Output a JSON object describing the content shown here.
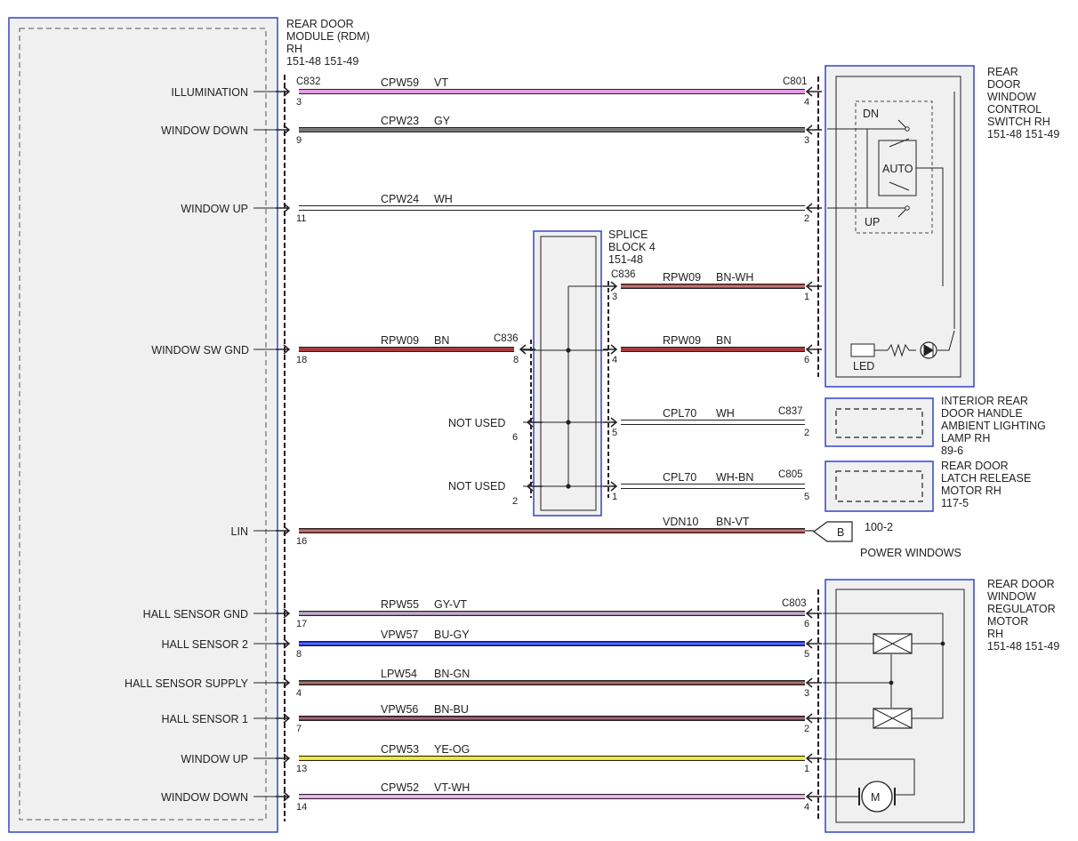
{
  "modules": {
    "rdm": {
      "lines": [
        "REAR DOOR",
        "MODULE (RDM)",
        "RH",
        "151-48  151-49"
      ]
    },
    "switch": {
      "lines": [
        "REAR",
        "DOOR",
        "WINDOW",
        "CONTROL",
        "SWITCH RH",
        "151-48  151-49"
      ],
      "dn": "DN",
      "auto": "AUTO",
      "up": "UP",
      "led": "LED"
    },
    "splice": {
      "lines": [
        "SPLICE",
        "BLOCK 4",
        "151-48"
      ]
    },
    "lamp": {
      "lines": [
        "INTERIOR REAR",
        "DOOR HANDLE",
        "AMBIENT LIGHTING",
        "LAMP RH",
        "89-6"
      ]
    },
    "latch": {
      "lines": [
        "REAR DOOR",
        "LATCH RELEASE",
        "MOTOR RH",
        "117-5"
      ]
    },
    "motor": {
      "lines": [
        "REAR DOOR",
        "WINDOW",
        "REGULATOR",
        "MOTOR",
        "RH",
        "151-48  151-49"
      ],
      "m": "M"
    },
    "ref": {
      "letter": "B",
      "page": "100-2",
      "label": "POWER WINDOWS"
    }
  },
  "connectors": {
    "c832": "C832",
    "c801": "C801",
    "c836a": "C836",
    "c836b": "C836",
    "c837": "C837",
    "c805": "C805",
    "c803": "C803"
  },
  "not_used": [
    "NOT USED",
    "NOT USED"
  ],
  "colors": {
    "VT": "#e79be6",
    "GY": "#777777",
    "WH": "#ffffff",
    "BN": "#a83a3a",
    "BN-WH": "#a83a3a",
    "BN-VT": "#a83a3a",
    "GY-VT": "#9f8da8",
    "BU-GY": "#1a2fcc",
    "BN-GN": "#7a3e2e",
    "BN-BU": "#7a2a45",
    "YE-OG": "#eee000",
    "VT-WH": "#e79be6",
    "frame": "#3344cc"
  },
  "wires": [
    {
      "name": "ILLUMINATION",
      "circuit": "CPW59",
      "color": "VT",
      "pin_left": "3",
      "pin_right": "4"
    },
    {
      "name": "WINDOW DOWN",
      "circuit": "CPW23",
      "color": "GY",
      "pin_left": "9",
      "pin_right": "3"
    },
    {
      "name": "WINDOW UP",
      "circuit": "CPW24",
      "color": "WH",
      "pin_left": "11",
      "pin_right": "2"
    },
    {
      "name": "",
      "circuit": "RPW09",
      "color": "BN-WH",
      "pin_left": "3",
      "pin_right": "1"
    },
    {
      "name": "WINDOW SW GND",
      "circuit": "RPW09",
      "color": "BN",
      "pin_left": "18",
      "pin_right": "8"
    },
    {
      "name": "",
      "circuit": "RPW09",
      "color": "BN",
      "pin_left": "4",
      "pin_right": "6"
    },
    {
      "name": "",
      "circuit": "CPL70",
      "color": "WH",
      "pin_left": "5",
      "pin_right": "2"
    },
    {
      "name": "",
      "circuit": "CPL70",
      "color": "WH-BN",
      "pin_left": "1",
      "pin_right": "5"
    },
    {
      "name": "LIN",
      "circuit": "VDN10",
      "color": "BN-VT",
      "pin_left": "16",
      "pin_right": ""
    },
    {
      "name": "HALL SENSOR GND",
      "circuit": "RPW55",
      "color": "GY-VT",
      "pin_left": "17",
      "pin_right": "6"
    },
    {
      "name": "HALL SENSOR 2",
      "circuit": "VPW57",
      "color": "BU-GY",
      "pin_left": "8",
      "pin_right": "5"
    },
    {
      "name": "HALL SENSOR SUPPLY",
      "circuit": "LPW54",
      "color": "BN-GN",
      "pin_left": "4",
      "pin_right": "3"
    },
    {
      "name": "HALL SENSOR 1",
      "circuit": "VPW56",
      "color": "BN-BU",
      "pin_left": "7",
      "pin_right": "2"
    },
    {
      "name": "WINDOW UP",
      "circuit": "CPW53",
      "color": "YE-OG",
      "pin_left": "13",
      "pin_right": "1"
    },
    {
      "name": "WINDOW DOWN",
      "circuit": "CPW52",
      "color": "VT-WH",
      "pin_left": "14",
      "pin_right": "4"
    }
  ],
  "splice_pins": {
    "left_nu1": "6",
    "left_nu2": "2"
  }
}
